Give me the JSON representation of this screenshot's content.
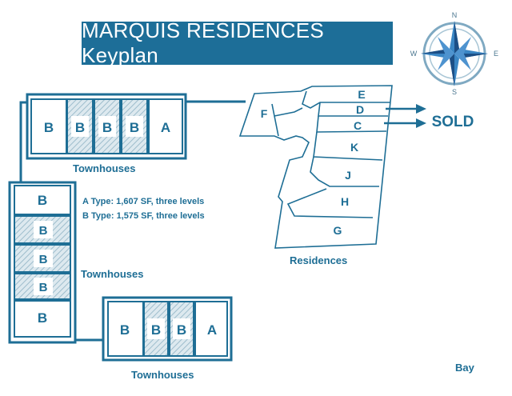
{
  "title": "MARQUIS RESIDENCES Keyplan",
  "compass": {
    "n": "N",
    "e": "E",
    "s": "S",
    "w": "W"
  },
  "colors": {
    "brand_blue": "#1d6e98",
    "line_blue": "#1e6e95",
    "hatch": "#c9dce6"
  },
  "townhouse_groups": [
    {
      "label": "Townhouses",
      "units": [
        "B",
        "B",
        "B",
        "B",
        "A"
      ]
    },
    {
      "label": "Townhouses",
      "units": [
        "B",
        "B",
        "B",
        "B",
        "B"
      ]
    },
    {
      "label": "Townhouses",
      "units": [
        "B",
        "B",
        "B",
        "A"
      ]
    }
  ],
  "unit_types": [
    "A Type: 1,607 SF, three levels",
    "B Type: 1,575 SF, three levels"
  ],
  "residences": {
    "label": "Residences",
    "wings": [
      "E",
      "D",
      "C",
      "K",
      "J",
      "H",
      "G",
      "F"
    ],
    "sold_label": "SOLD"
  },
  "bay_label": "Bay"
}
